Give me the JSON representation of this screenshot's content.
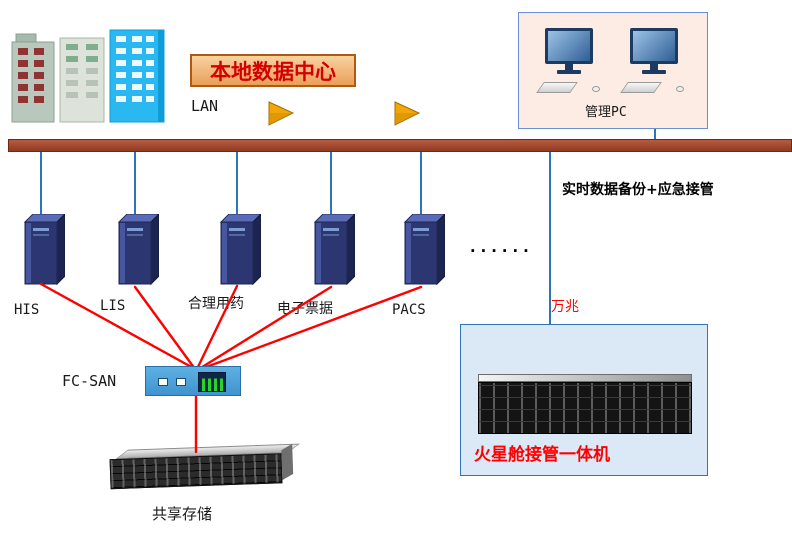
{
  "header": {
    "title": "本地数据中心",
    "lan_label": "LAN"
  },
  "management": {
    "label": "管理PC"
  },
  "backbone": {
    "caption_backup": "实时数据备份+应急接管",
    "bandwidth": "万兆"
  },
  "servers": {
    "items": [
      {
        "label": "HIS"
      },
      {
        "label": "LIS"
      },
      {
        "label": "合理用药"
      },
      {
        "label": "电子票据"
      },
      {
        "label": "PACS"
      }
    ],
    "ellipsis": "......"
  },
  "san": {
    "switch_label": "FC-SAN",
    "storage_label": "共享存储"
  },
  "mars": {
    "label": "火星舱接管一体机"
  },
  "icons": {
    "buildings": "city-buildings-icon",
    "arrows": "yellow-flow-arrow-icon",
    "monitors": "desktop-pc-icon",
    "towers": "tower-server-icon",
    "switch": "fcsan-switch-icon",
    "storage": "disk-array-icon",
    "rack": "rack-server-icon"
  },
  "colors": {
    "backbone_bar": "#a4452c",
    "blue_link": "#2e75b6",
    "red_link": "#ff0000",
    "title_text": "#d40000",
    "title_box_bg": "#f0b070",
    "title_box_border": "#b05a10",
    "mars_box_bg": "#dbe8f6",
    "mars_box_border": "#2e75b6",
    "pc_box_bg": "#fcece4",
    "arrow_fill": "#f2a60a",
    "mars_label_text": "#ff0000",
    "bandwidth_text": "#ff0000"
  }
}
